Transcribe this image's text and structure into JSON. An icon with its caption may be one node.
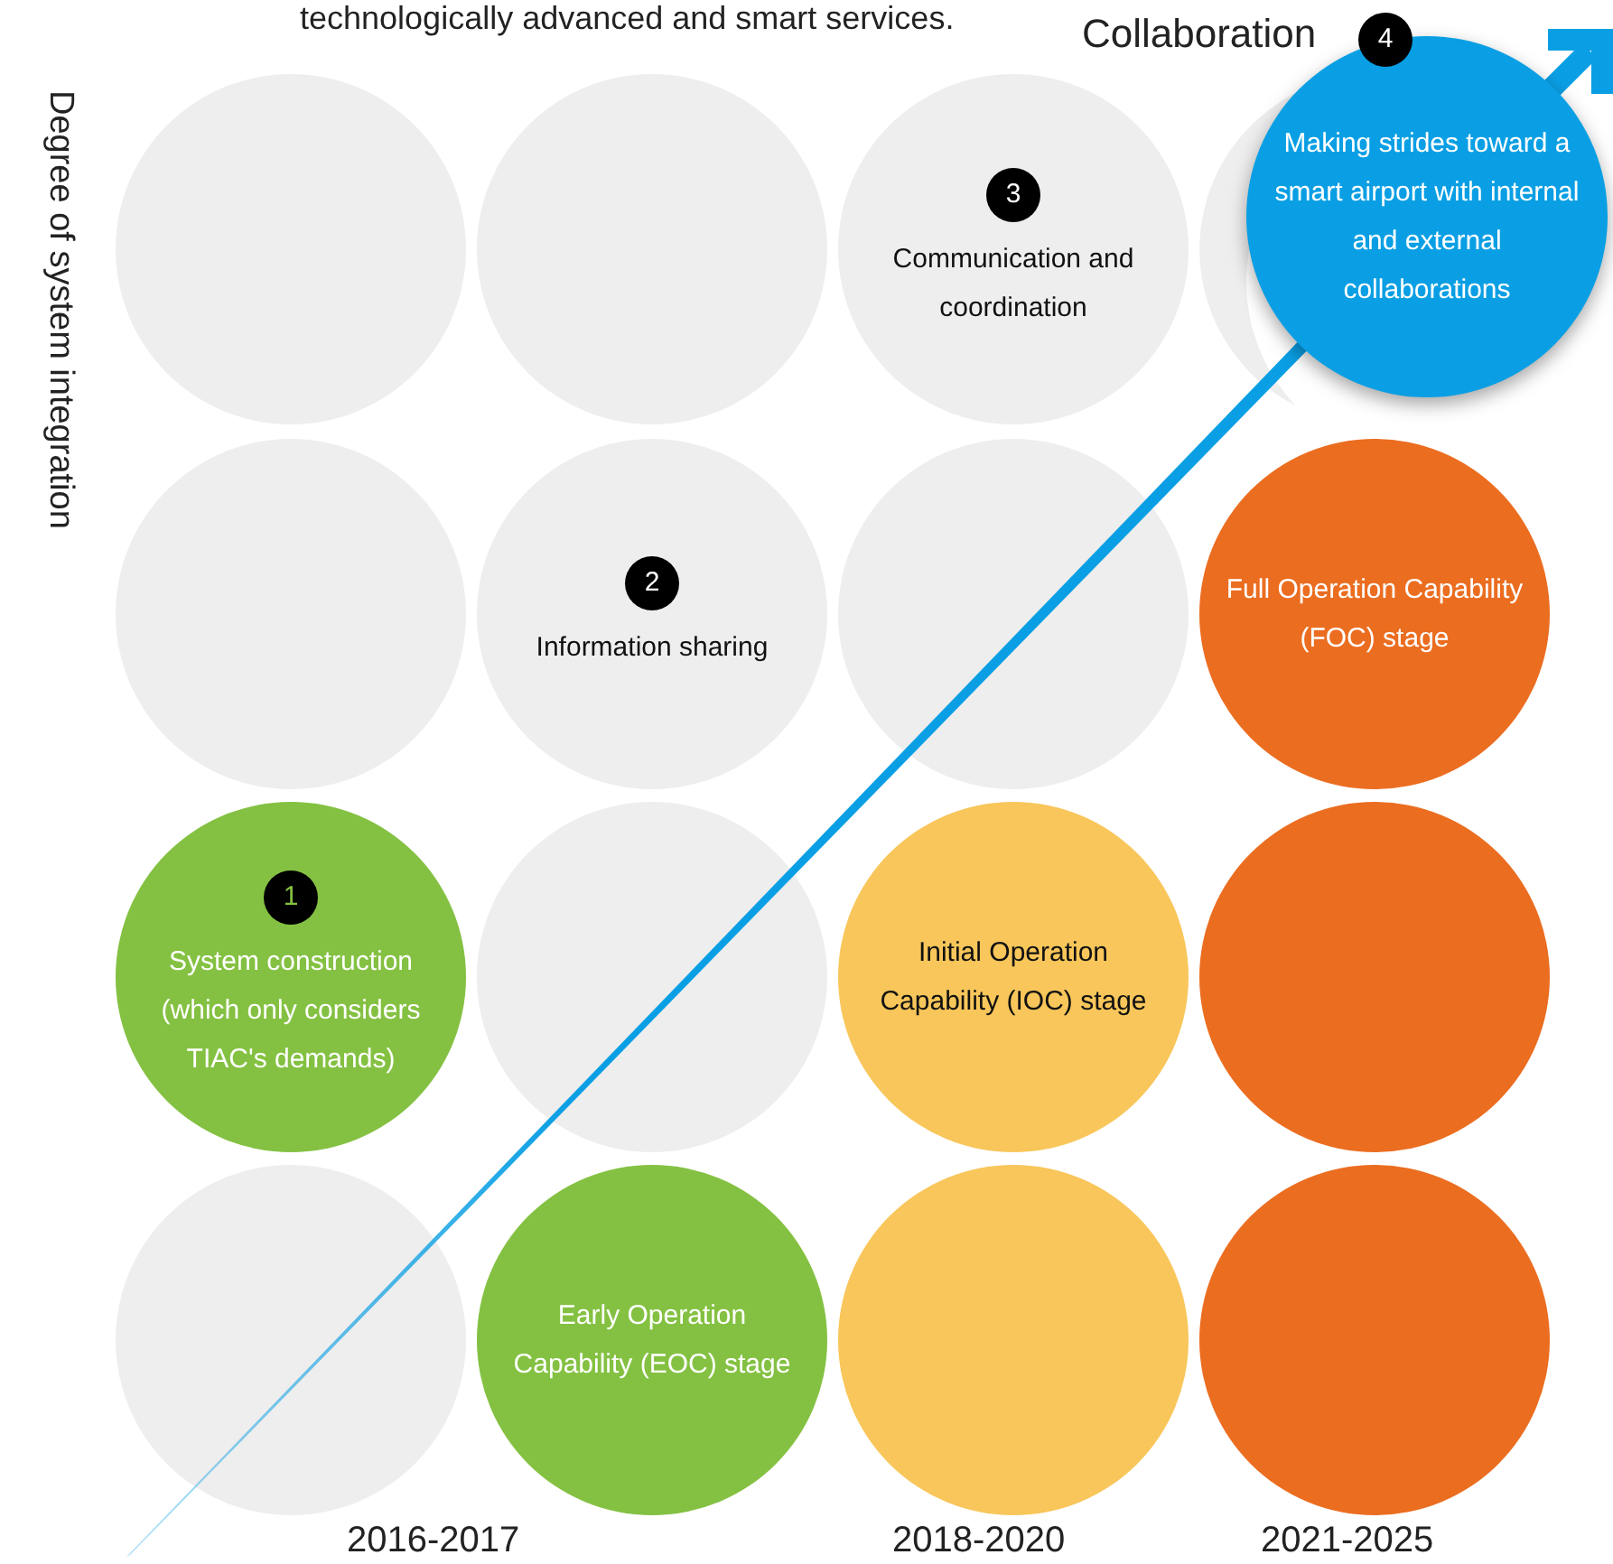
{
  "diagram": {
    "nodes": [
      {
        "text": [],
        "shape": "circle"
      },
      {
        "text": [],
        "shape": "circle"
      },
      {
        "text": [
          "3",
          "Communication and coordination"
        ]
      },
      {
        "text": [
          "Making strides toward a smart airport with internal and external collaborations"
        ]
      },
      {
        "text": [],
        "shape": "circle"
      },
      {
        "text": [
          "2",
          "Information sharing"
        ]
      },
      {
        "text": [],
        "shape": "circle"
      },
      {
        "text": [
          "Full Operation Capability (FOC) stage"
        ]
      },
      {
        "text": [
          "1",
          "System construction (which only considers TIAC's demands)"
        ]
      },
      {
        "text": [],
        "shape": "circle"
      },
      {
        "text": [
          "Initial Operation Capability (IOC) stage"
        ]
      },
      {
        "text": [],
        "shape": "circle"
      },
      {
        "text": [],
        "shape": "circle"
      },
      {
        "text": [
          "Early Operation Capability (EOC) stage"
        ]
      },
      {
        "text": [],
        "shape": "circle"
      },
      {
        "text": [],
        "shape": "circle"
      }
    ],
    "labels": [
      "technologically advanced and smart services.",
      "Collaboration",
      "4",
      "Degree of system integration",
      "2016-2017",
      "2018-2020",
      "2021-2025"
    ]
  }
}
